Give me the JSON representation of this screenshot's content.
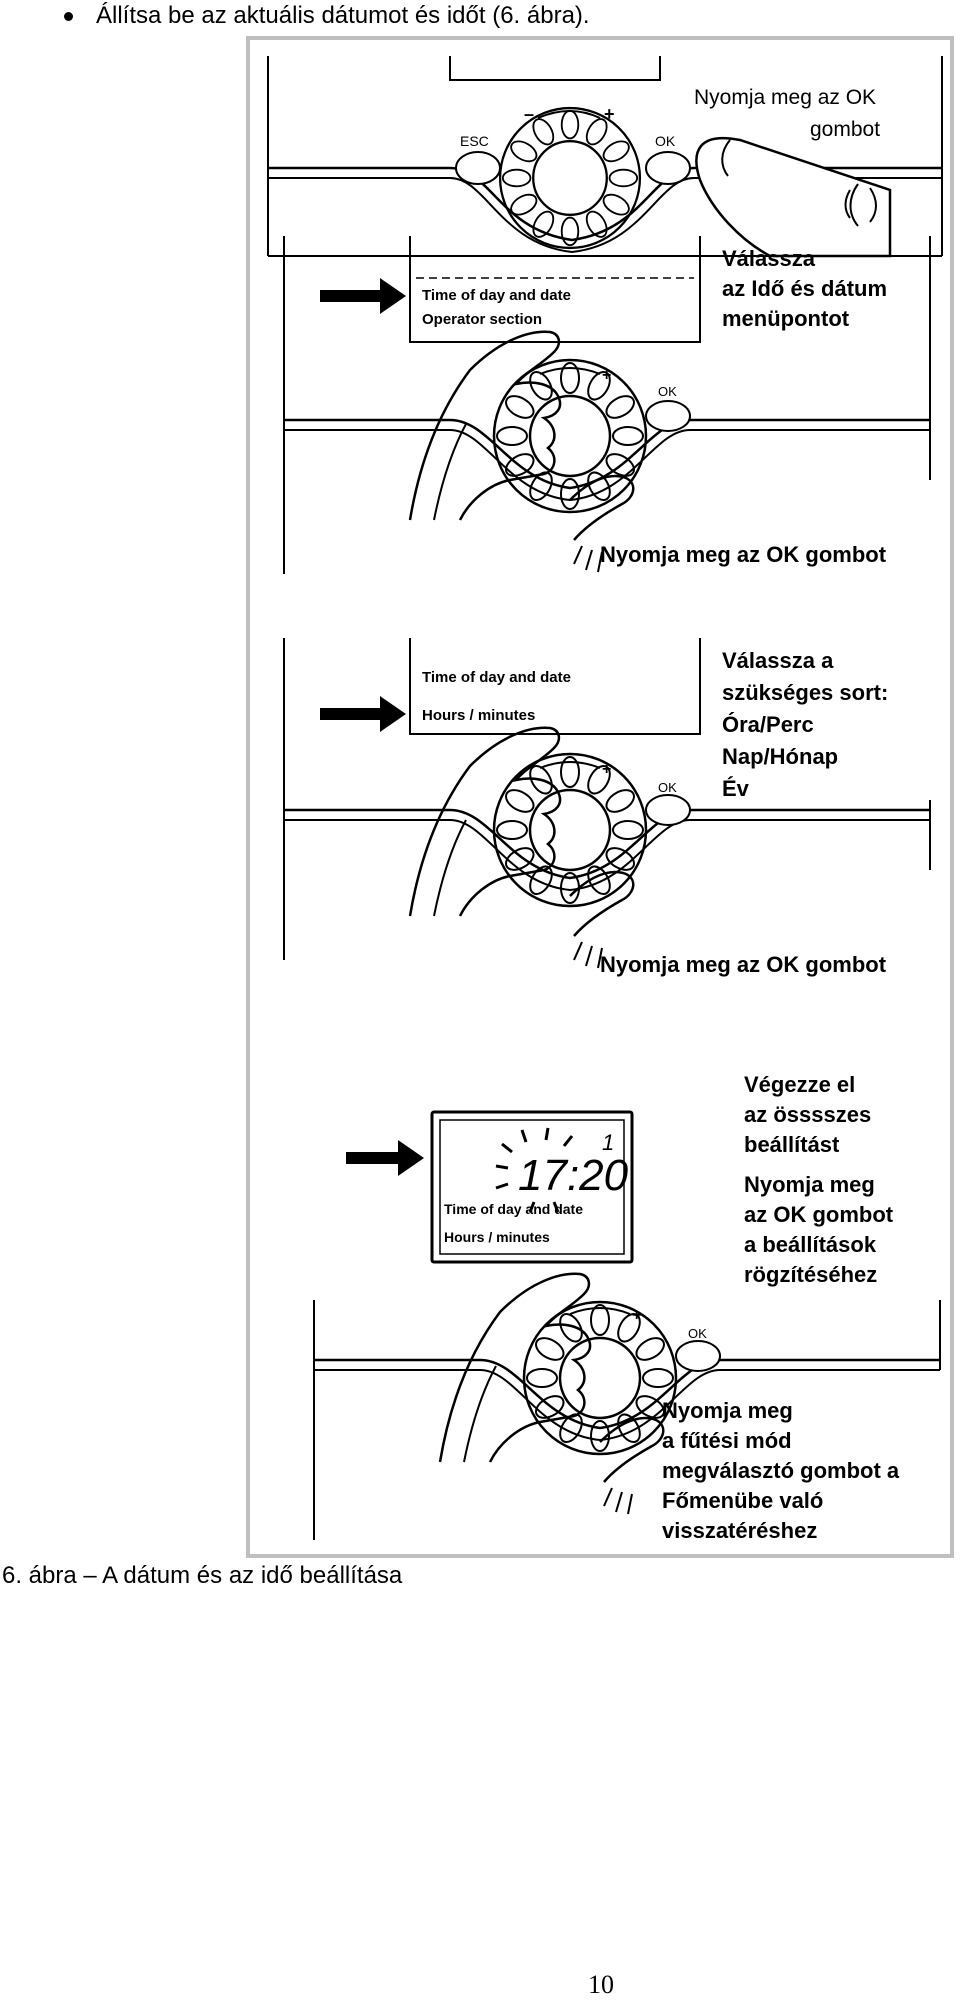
{
  "intro": {
    "bullet": "Állítsa be az aktuális dátumot és időt (6. ábra)."
  },
  "figure": {
    "panel1": {
      "esc_label": "ESC",
      "ok_label": "OK",
      "minus": "–",
      "plus": "+",
      "callout_line1": "Nyomja meg az OK",
      "callout_line2": "gombot"
    },
    "panel2": {
      "screen_line1": "Time of day and date",
      "screen_line2": "Operator section",
      "ok_label": "OK",
      "plus": "+",
      "callout_line1": "Válassza",
      "callout_line2": "az Idő és dátum",
      "callout_line3": "menüpontot",
      "press_ok": "Nyomja meg az OK gombot"
    },
    "panel3": {
      "screen_line1": "Time of day and date",
      "screen_line2": "Hours / minutes",
      "ok_label": "OK",
      "plus": "+",
      "callout_line1": "Válassza a",
      "callout_line2": "szükséges sort:",
      "callout_line3": "Óra/Perc",
      "callout_line4": "Nap/Hónap",
      "callout_line5": "Év",
      "press_ok": "Nyomja meg az OK gombot"
    },
    "panel4": {
      "clock_value": "17:20",
      "small_digit": "1",
      "screen_line1": "Time of day and date",
      "screen_line2": "Hours / minutes",
      "ok_label": "OK",
      "plus": "+",
      "callout_line1": "Végezze el",
      "callout_line2": "az össsszes",
      "callout_line3": "beállítást",
      "callout_line4": "Nyomja meg",
      "callout_line5": "az OK gombot",
      "callout_line6": "a beállítások",
      "callout_line7": "rögzítéséhez",
      "bottom_line1": "Nyomja meg",
      "bottom_line2": "a fűtési mód",
      "bottom_line3": "megválasztó gombot a",
      "bottom_line4": "Főmenübe való",
      "bottom_line5": "visszatéréshez"
    }
  },
  "caption": "6. ábra – A dátum és az idő beállítása",
  "page_number": "10"
}
